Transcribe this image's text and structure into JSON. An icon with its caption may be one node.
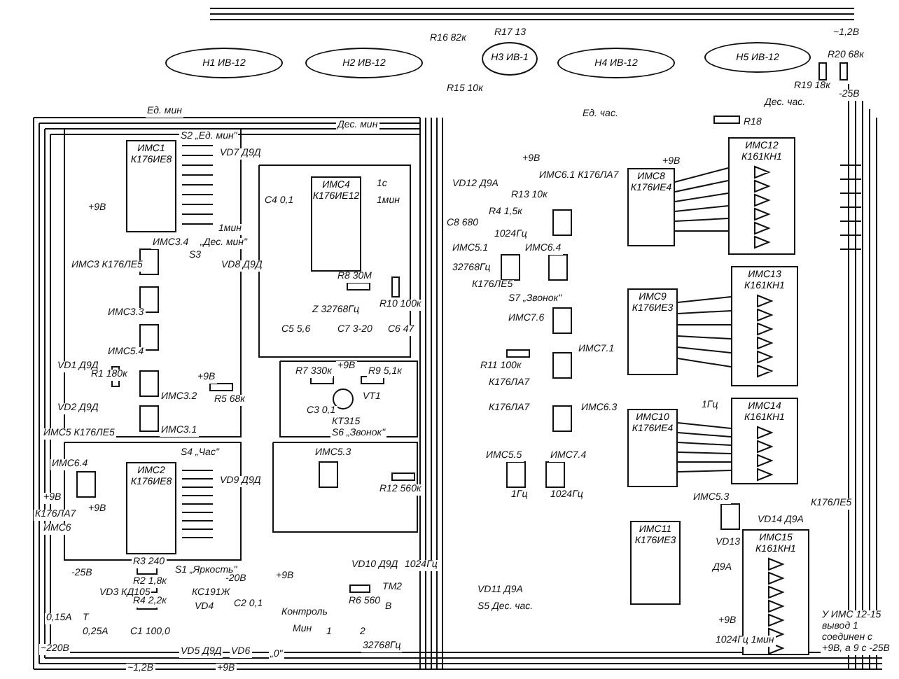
{
  "diagram": {
    "nodes": [
      {
        "text": [
          "Н1 ИВ-12"
        ]
      },
      {
        "text": [
          "Н2 ИВ-12"
        ]
      },
      {
        "text": [
          "Н3 ИВ-1"
        ]
      },
      {
        "text": [
          "Н4 ИВ-12"
        ]
      },
      {
        "text": [
          "Н5 ИВ-12"
        ]
      },
      {
        "text": [
          "ИМС1 К176ИЕ8"
        ]
      },
      {
        "text": [
          "ИМС2 К176ИЕ8"
        ]
      },
      {
        "text": [
          "ИМС4 К176ИЕ12"
        ]
      },
      {
        "text": [
          "ИМС8 К176ИЕ4"
        ]
      },
      {
        "text": [
          "ИМС9 К176ИЕ3"
        ]
      },
      {
        "text": [
          "ИМС10 К176ИЕ4"
        ]
      },
      {
        "text": [
          "ИМС11 К176ИЕ3"
        ]
      },
      {
        "text": [
          "ИМС12 К161КН1"
        ]
      },
      {
        "text": [
          "ИМС13 К161КН1"
        ]
      },
      {
        "text": [
          "ИМС14 К161КН1"
        ]
      },
      {
        "text": [
          "ИМС15 К161КН1"
        ]
      }
    ],
    "edges": [
      {
        "from": 8,
        "to": 12,
        "arrow": "none"
      },
      {
        "from": 8,
        "to": 12,
        "arrow": "none"
      },
      {
        "from": 8,
        "to": 12,
        "arrow": "none"
      },
      {
        "from": 8,
        "to": 12,
        "arrow": "none"
      },
      {
        "from": 8,
        "to": 12,
        "arrow": "none"
      },
      {
        "from": 8,
        "to": 12,
        "arrow": "none"
      },
      {
        "from": 9,
        "to": 13,
        "arrow": "none"
      },
      {
        "from": 9,
        "to": 13,
        "arrow": "none"
      },
      {
        "from": 9,
        "to": 13,
        "arrow": "none"
      },
      {
        "from": 9,
        "to": 13,
        "arrow": "none"
      },
      {
        "from": 9,
        "to": 13,
        "arrow": "none"
      },
      {
        "from": 9,
        "to": 13,
        "arrow": "none"
      },
      {
        "from": 10,
        "to": 14,
        "arrow": "none"
      },
      {
        "from": 10,
        "to": 14,
        "arrow": "none"
      },
      {
        "from": 10,
        "to": 14,
        "arrow": "none"
      },
      {
        "from": 10,
        "to": 14,
        "arrow": "none"
      },
      {
        "from": 10,
        "to": 14,
        "arrow": "none"
      },
      {
        "from": 10,
        "to": 14,
        "arrow": "none"
      }
    ],
    "labels": [
      "R16 82к",
      "R15 10к",
      "R17 13",
      "~1,2В",
      "R20 68к",
      "R19 18к",
      "-25В",
      "Ед. мин",
      "Дес. мин",
      "Ед. час.",
      "Дес. час.",
      "R18",
      "S2 „Ед. мин\"",
      "VD7 Д9Д",
      "+9В",
      "1мин",
      "C4 0,1",
      "1с",
      "1мин",
      "VD12 Д9А",
      "R13 10к",
      "+9В",
      "ИМС6.1 К176ЛА7",
      "С8 680",
      "R4 1,5к",
      "1024Гц",
      "+9В",
      "ИМС3.4",
      "„Дес. мин\"",
      "S3",
      "ИМС3 К176ЛЕ5",
      "VD8 Д9Д",
      "ИМС3.3",
      "ИМС5.4",
      "VD1 Д9Д",
      "R1 180к",
      "+9В",
      "R5 68к",
      "VD2 Д9Д",
      "ИМС3.2",
      "ИМС5 К176ЛЕ5",
      "ИМС3.1",
      "R8 30М",
      "R10 100к",
      "Z 32768Гц",
      "C5 5,6",
      "C7 3-20",
      "C6 47",
      "R7 330к",
      "+9В",
      "R9 5,1к",
      "C3 0,1",
      "КТ315",
      "VT1",
      "S6 „Звонок\"",
      "ИМС5.3",
      "R12 560к",
      "S4 „Час\"",
      "VD9 Д9Д",
      "ИМС6.4",
      "+9В",
      "К176ЛА7",
      "+9В",
      "ИМС6",
      "-25В",
      "R3 240",
      "S1 „Яркость\"",
      "R2 1,8к",
      "-20В",
      "VD3 КД105",
      "R4 2,2к",
      "КС191Ж",
      "VD4",
      "C2 0,1",
      "0,15А",
      "T",
      "0,25А",
      "C1 100,0",
      "~220В",
      "VD5 Д9Д",
      "VD6",
      "~1,2В",
      "+9В",
      "+9В",
      "VD10 Д9Д",
      "1024Гц",
      "R6 560",
      "ТМ2",
      "В",
      "Контроль",
      "Мин",
      "1",
      "2",
      "32768Гц",
      "„0\"",
      "ИМС5.1",
      "ИМС6.4",
      "32768Гц",
      "К176ЛЕ5",
      "S7 „Звонок\"",
      "ИМС7.6",
      "ИМС7.1",
      "R11 100к",
      "К176ЛА7",
      "К176ЛА7",
      "ИМС6.3",
      "ИМС5.5",
      "ИМС7.4",
      "1Гц",
      "1024Гц",
      "1Гц",
      "VD11 Д9А",
      "S5 Дес. час.",
      "ИМС5.3",
      "VD14 Д9А",
      "VD13",
      "Д9А",
      "К176ЛЕ5",
      "+9В",
      "1024Гц 1мин",
      "У ИМС 12-15 вывод 1 соединен с +9В, а 9 с -25В"
    ]
  }
}
